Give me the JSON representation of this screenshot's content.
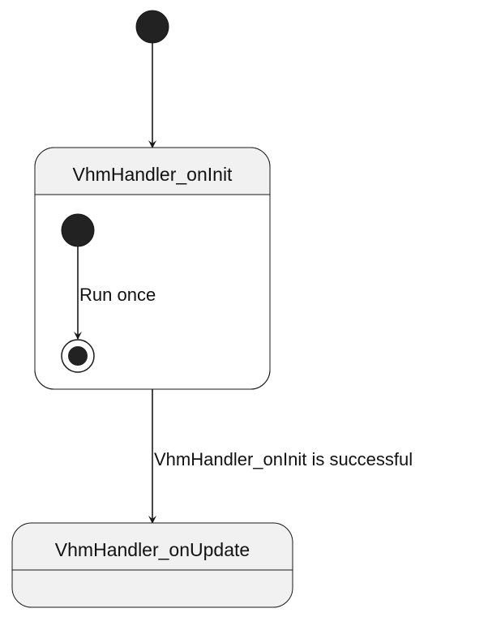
{
  "states": {
    "init": {
      "name": "VhmHandler_onInit",
      "inner_transition_label": "Run once"
    },
    "update": {
      "name": "VhmHandler_onUpdate"
    }
  },
  "transitions": {
    "init_to_update": {
      "label": "VhmHandler_onInit is successful"
    }
  },
  "colors": {
    "line": "#181818",
    "state_fill": "#f1f1f1",
    "node_fill": "#222222"
  }
}
